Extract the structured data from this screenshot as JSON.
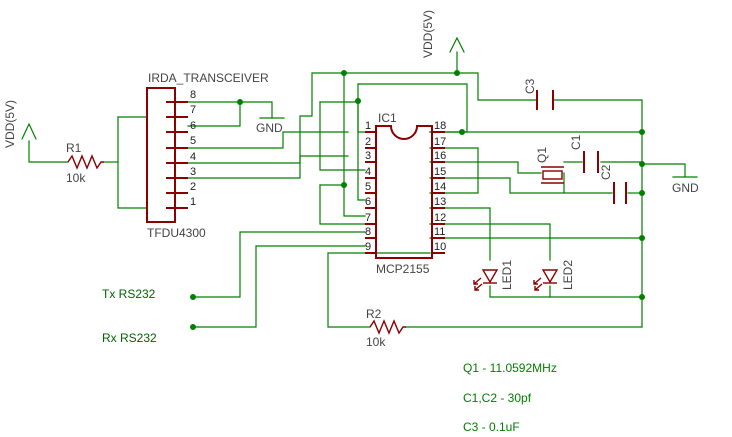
{
  "irda": {
    "name": "IRDA_TRANSCEIVER",
    "part": "TFDU4300",
    "pins": [
      "8",
      "7",
      "6",
      "5",
      "4",
      "3",
      "2",
      "1"
    ]
  },
  "ic": {
    "name": "IC1",
    "part": "MCP2155",
    "left_pins": [
      "1",
      "2",
      "3",
      "4",
      "5",
      "6",
      "7",
      "8",
      "9"
    ],
    "right_pins": [
      "18",
      "17",
      "16",
      "15",
      "14",
      "13",
      "12",
      "11",
      "10"
    ]
  },
  "resistors": {
    "r1_name": "R1",
    "r1_value": "10k",
    "r2_name": "R2",
    "r2_value": "10k"
  },
  "caps": {
    "c1": "C1",
    "c2": "C2",
    "c3": "C3"
  },
  "crystal": {
    "name": "Q1"
  },
  "leds": {
    "led1": "LED1",
    "led2": "LED2"
  },
  "power": {
    "vdd_left": "VDD(5V)",
    "vdd_top": "VDD(5V)",
    "gnd_irda": "GND",
    "gnd_right": "GND"
  },
  "signals": {
    "tx": "Tx RS232",
    "rx": "Rx RS232"
  },
  "notes": {
    "q1": "Q1 - 11.0592MHz",
    "c12": "C1,C2 - 30pf",
    "c3": "C3 - 0.1uF"
  },
  "colors": {
    "wire": "#008000",
    "part": "#8b0000",
    "background": "#ffffff"
  }
}
